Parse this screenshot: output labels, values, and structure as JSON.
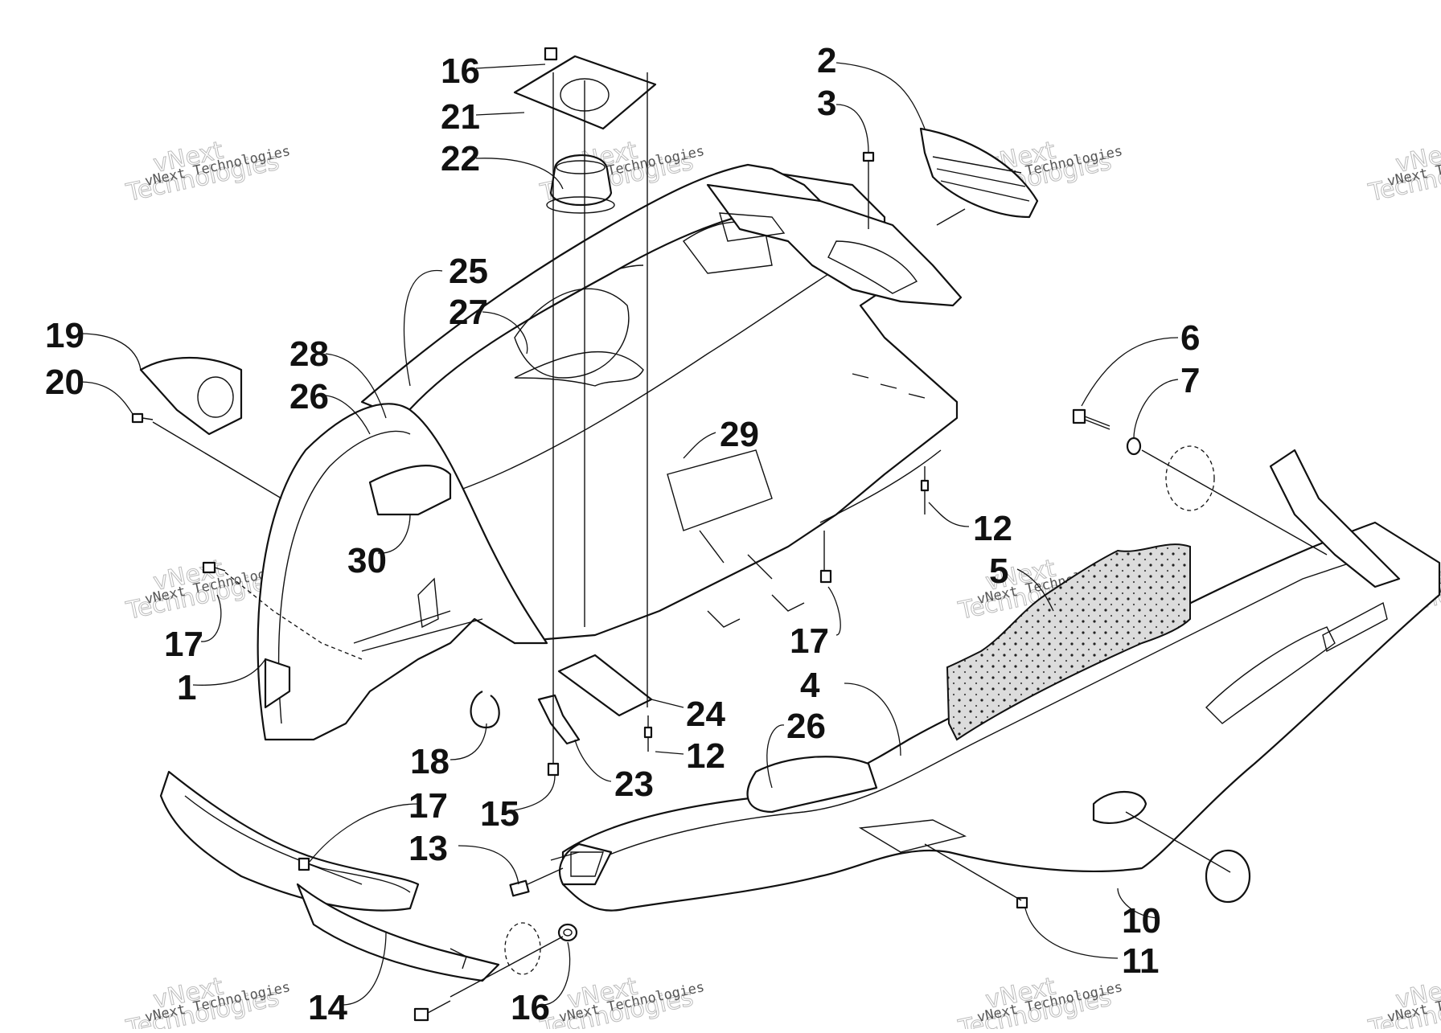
{
  "callouts": [
    {
      "id": "c-16a",
      "text": "16"
    },
    {
      "id": "c-21",
      "text": "21"
    },
    {
      "id": "c-22",
      "text": "22"
    },
    {
      "id": "c-2",
      "text": "2"
    },
    {
      "id": "c-3",
      "text": "3"
    },
    {
      "id": "c-25",
      "text": "25"
    },
    {
      "id": "c-27",
      "text": "27"
    },
    {
      "id": "c-19",
      "text": "19"
    },
    {
      "id": "c-20",
      "text": "20"
    },
    {
      "id": "c-28",
      "text": "28"
    },
    {
      "id": "c-26a",
      "text": "26"
    },
    {
      "id": "c-6",
      "text": "6"
    },
    {
      "id": "c-7",
      "text": "7"
    },
    {
      "id": "c-29",
      "text": "29"
    },
    {
      "id": "c-12a",
      "text": "12"
    },
    {
      "id": "c-30",
      "text": "30"
    },
    {
      "id": "c-5",
      "text": "5"
    },
    {
      "id": "c-17a",
      "text": "17"
    },
    {
      "id": "c-17b",
      "text": "17"
    },
    {
      "id": "c-1",
      "text": "1"
    },
    {
      "id": "c-4",
      "text": "4"
    },
    {
      "id": "c-24",
      "text": "24"
    },
    {
      "id": "c-26b",
      "text": "26"
    },
    {
      "id": "c-18",
      "text": "18"
    },
    {
      "id": "c-12b",
      "text": "12"
    },
    {
      "id": "c-23",
      "text": "23"
    },
    {
      "id": "c-17c",
      "text": "17"
    },
    {
      "id": "c-15",
      "text": "15"
    },
    {
      "id": "c-13",
      "text": "13"
    },
    {
      "id": "c-10",
      "text": "10"
    },
    {
      "id": "c-11",
      "text": "11"
    },
    {
      "id": "c-14",
      "text": "14"
    },
    {
      "id": "c-16b",
      "text": "16"
    }
  ],
  "watermark": {
    "line1": "vNext Technologies",
    "line2a": "vNext",
    "line2b": "Technologies"
  }
}
